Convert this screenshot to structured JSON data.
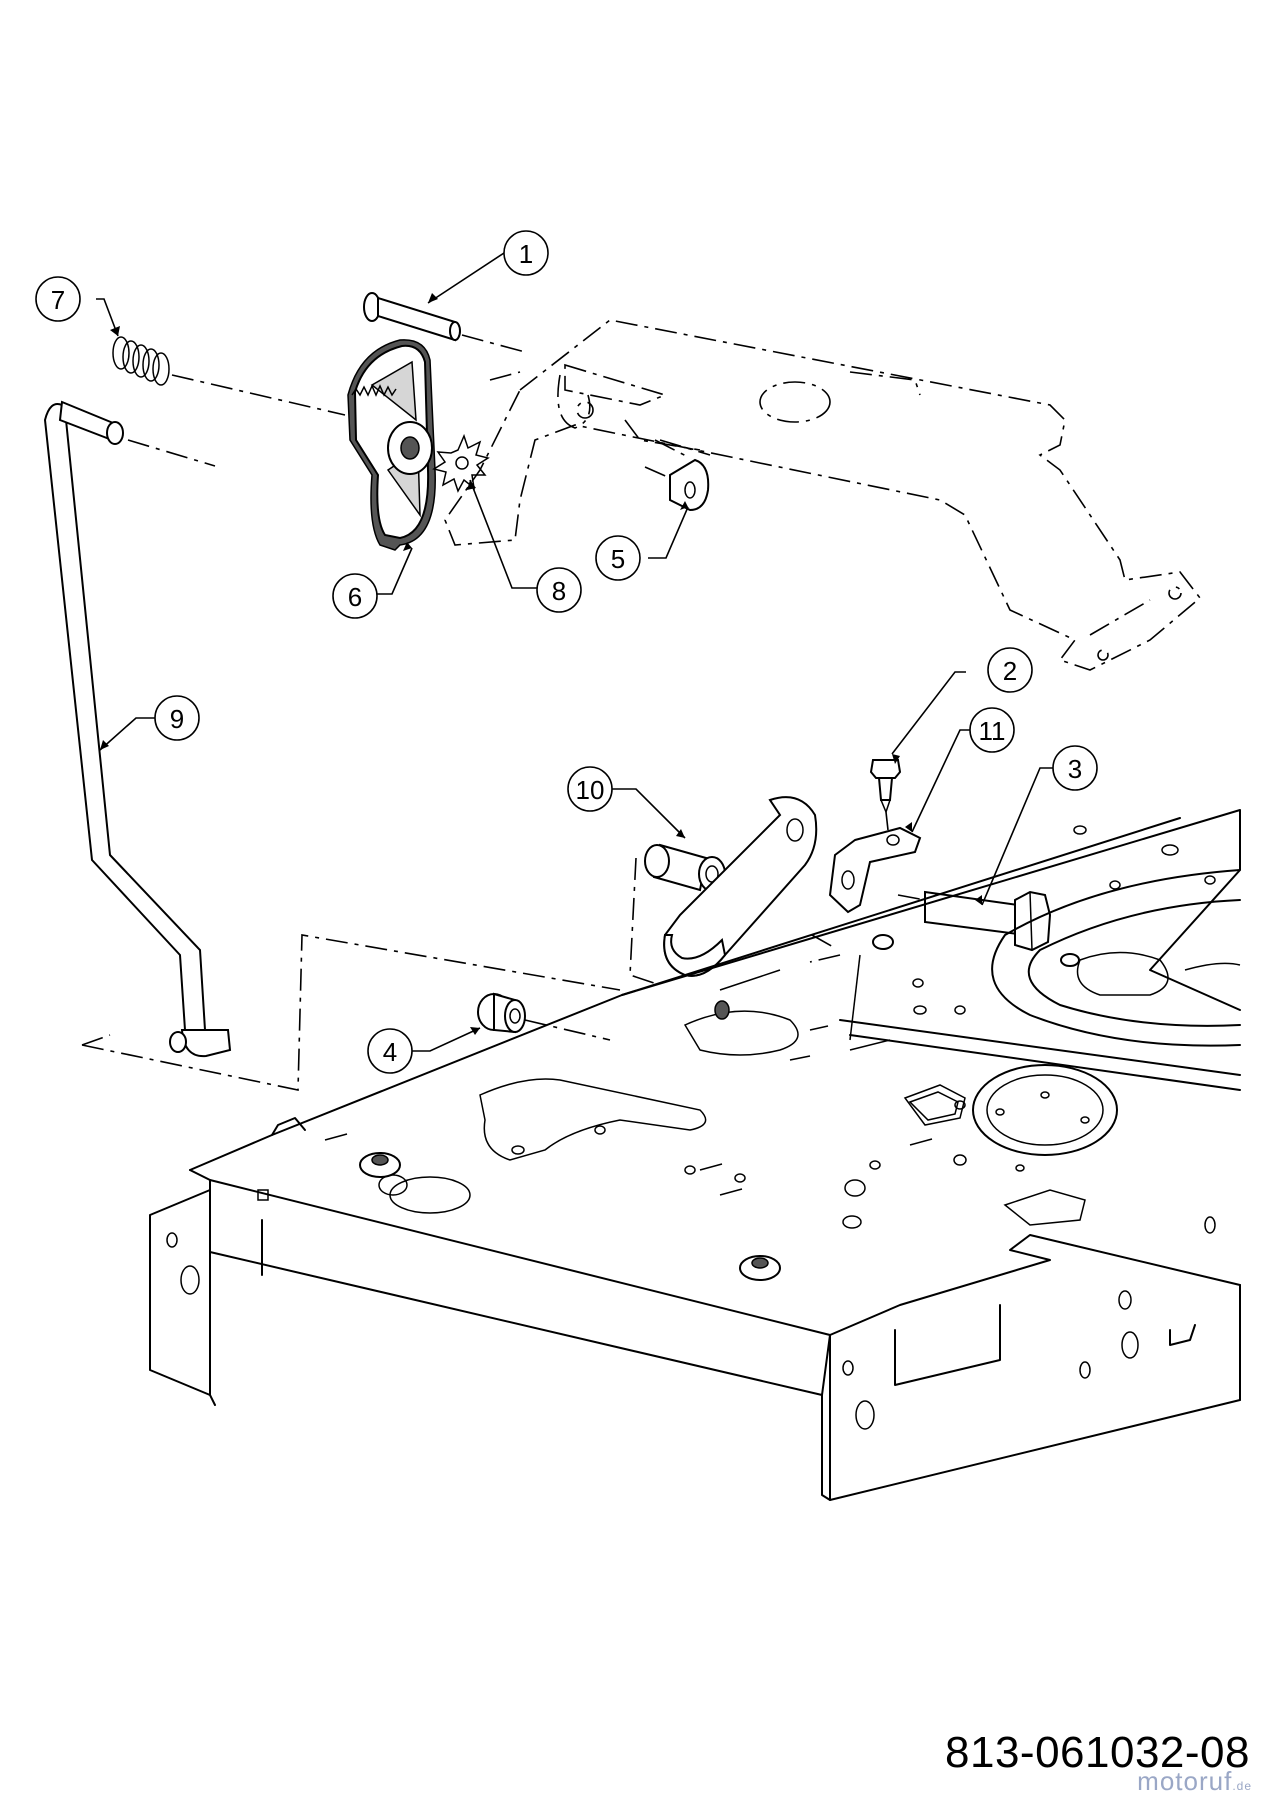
{
  "callouts": [
    {
      "id": "1",
      "label": "1"
    },
    {
      "id": "2",
      "label": "2"
    },
    {
      "id": "3",
      "label": "3"
    },
    {
      "id": "4",
      "label": "4"
    },
    {
      "id": "5",
      "label": "5"
    },
    {
      "id": "6",
      "label": "6"
    },
    {
      "id": "7",
      "label": "7"
    },
    {
      "id": "8",
      "label": "8"
    },
    {
      "id": "9",
      "label": "9"
    },
    {
      "id": "10",
      "label": "10"
    },
    {
      "id": "11",
      "label": "11"
    }
  ],
  "drawing_number": "813-061032-08",
  "watermark": {
    "main": "motoruf",
    "suffix": ".de"
  }
}
